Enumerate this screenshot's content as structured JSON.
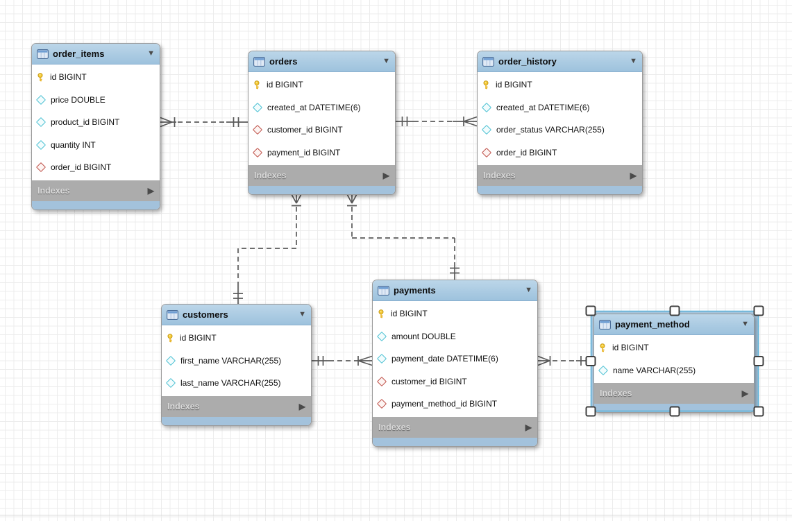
{
  "labels": {
    "indexes": "Indexes"
  },
  "glyphs": {
    "collapse": "▼",
    "expand": "▶"
  },
  "colors": {
    "table_header_blue": "#a6c8e2",
    "table_footer_cap_blue": "#a3c2dc",
    "indexes_bar_gray": "#acacac",
    "indexes_text": "#d9d9d9",
    "table_border": "#9a9a9a",
    "relationship_line": "#595959",
    "primary_key_icon": "#f1c40f",
    "column_icon": "#4fc2d4",
    "foreign_key_icon": "#c0544c",
    "selection_outline": "#58b0d8",
    "grid_line": "#ececec",
    "canvas_bg": "#ffffff"
  },
  "diagram": {
    "tables": [
      {
        "name": "order_items",
        "selected": false,
        "columns": [
          {
            "type": "primary-key",
            "label": "id BIGINT"
          },
          {
            "type": "column",
            "label": "price DOUBLE"
          },
          {
            "type": "column",
            "label": "product_id BIGINT"
          },
          {
            "type": "column",
            "label": "quantity INT"
          },
          {
            "type": "foreign-key",
            "label": "order_id BIGINT"
          }
        ]
      },
      {
        "name": "orders",
        "selected": false,
        "columns": [
          {
            "type": "primary-key",
            "label": "id BIGINT"
          },
          {
            "type": "column",
            "label": "created_at DATETIME(6)"
          },
          {
            "type": "foreign-key",
            "label": "customer_id BIGINT"
          },
          {
            "type": "foreign-key",
            "label": "payment_id BIGINT"
          }
        ]
      },
      {
        "name": "order_history",
        "selected": false,
        "columns": [
          {
            "type": "primary-key",
            "label": "id BIGINT"
          },
          {
            "type": "column",
            "label": "created_at DATETIME(6)"
          },
          {
            "type": "column",
            "label": "order_status VARCHAR(255)"
          },
          {
            "type": "foreign-key",
            "label": "order_id BIGINT"
          }
        ]
      },
      {
        "name": "customers",
        "selected": false,
        "columns": [
          {
            "type": "primary-key",
            "label": "id BIGINT"
          },
          {
            "type": "column",
            "label": "first_name VARCHAR(255)"
          },
          {
            "type": "column",
            "label": "last_name VARCHAR(255)"
          }
        ]
      },
      {
        "name": "payments",
        "selected": false,
        "columns": [
          {
            "type": "primary-key",
            "label": "id BIGINT"
          },
          {
            "type": "column",
            "label": "amount DOUBLE"
          },
          {
            "type": "column",
            "label": "payment_date DATETIME(6)"
          },
          {
            "type": "foreign-key",
            "label": "customer_id BIGINT"
          },
          {
            "type": "foreign-key",
            "label": "payment_method_id BIGINT"
          }
        ]
      },
      {
        "name": "payment_method",
        "selected": true,
        "columns": [
          {
            "type": "primary-key",
            "label": "id BIGINT"
          },
          {
            "type": "column",
            "label": "name VARCHAR(255)"
          }
        ]
      }
    ],
    "relationships": [
      {
        "from_table": "order_items",
        "to_table": "orders",
        "from_end": "many-crows-foot-mandatory",
        "to_end": "one-mandatory",
        "line": "dashed"
      },
      {
        "from_table": "order_history",
        "to_table": "orders",
        "from_end": "many-crows-foot-mandatory",
        "to_end": "one-mandatory",
        "line": "dashed"
      },
      {
        "from_table": "orders",
        "to_table": "customers",
        "from_end": "many-crows-foot-mandatory",
        "to_end": "one-mandatory",
        "line": "dashed"
      },
      {
        "from_table": "orders",
        "to_table": "payments",
        "from_end": "many-crows-foot-mandatory",
        "to_end": "one-mandatory",
        "line": "dashed"
      },
      {
        "from_table": "payments",
        "to_table": "customers",
        "from_end": "many-crows-foot-mandatory",
        "to_end": "one-mandatory",
        "line": "dashed"
      },
      {
        "from_table": "payments",
        "to_table": "payment_method",
        "from_end": "many-crows-foot-mandatory",
        "to_end": "one-mandatory",
        "line": "dashed"
      }
    ]
  }
}
